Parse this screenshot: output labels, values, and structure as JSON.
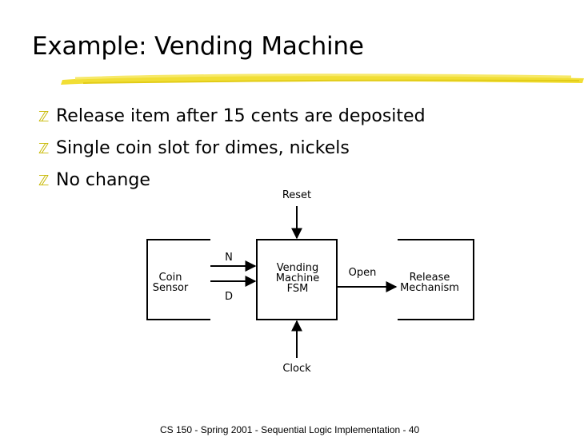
{
  "slide": {
    "title": "Example: Vending Machine",
    "bullets": [
      "Release item after 15 cents are deposited",
      "Single coin slot for dimes, nickels",
      "No change"
    ],
    "footer": "CS 150 - Spring  2001 - Sequential Logic Implementation - 40"
  },
  "diagram": {
    "reset_label": "Reset",
    "clock_label": "Clock",
    "coin_sensor_line1": "Coin",
    "coin_sensor_line2": "Sensor",
    "n_label": "N",
    "d_label": "D",
    "fsm_line1": "Vending",
    "fsm_line2": "Machine",
    "fsm_line3": "FSM",
    "open_label": "Open",
    "release_line1": "Release",
    "release_line2": "Mechanism"
  },
  "colors": {
    "underline": "#f0dc2a",
    "bullet_mark": "#c7b800"
  }
}
